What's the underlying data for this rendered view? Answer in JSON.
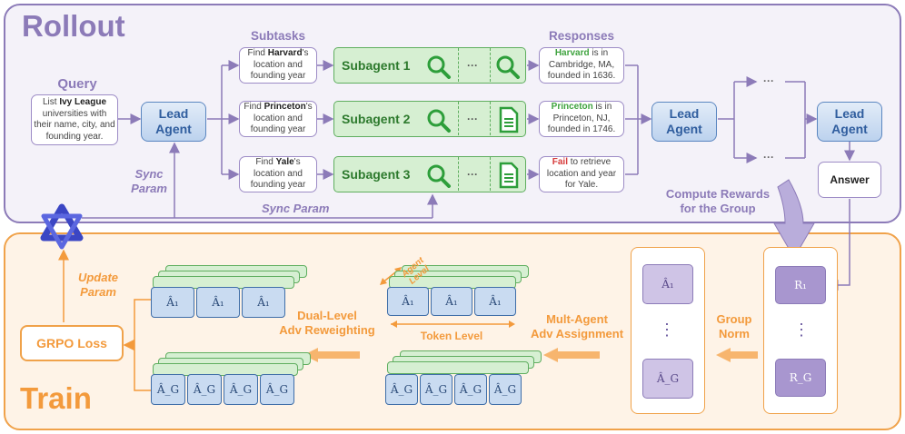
{
  "rollout": {
    "title": "Rollout",
    "query_header": "Query",
    "query_prefix": "List ",
    "query_bold": "Ivy League",
    "query_rest": " universities with their name, city, and founding year.",
    "lead_agent_label": [
      "Lead",
      "Agent"
    ],
    "subtasks_header": "Subtasks",
    "responses_header": "Responses",
    "subtasks": [
      {
        "prefix": "Find ",
        "bold": "Harvard",
        "suffix": "'s location and founding year"
      },
      {
        "prefix": "Find ",
        "bold": "Princeton",
        "suffix": "'s location and founding year"
      },
      {
        "prefix": "Find ",
        "bold": "Yale",
        "suffix": "'s location and founding year"
      }
    ],
    "subagents": [
      "Subagent 1",
      "Subagent 2",
      "Subagent 3"
    ],
    "subagent_tools": [
      [
        "search-icon",
        "search-icon"
      ],
      [
        "search-icon",
        "document-icon"
      ],
      [
        "search-icon",
        "document-icon"
      ]
    ],
    "ellipsis": "···",
    "responses": [
      {
        "lead": "Harvard",
        "status": "success",
        "rest": " is in Cambridge, MA, founded in 1636."
      },
      {
        "lead": "Princeton",
        "status": "success",
        "rest": " is in Princeton, NJ, founded in 1746."
      },
      {
        "lead": "Fail",
        "status": "fail",
        "rest": " to retrieve location and year for Yale."
      }
    ],
    "middle_dots": [
      "···",
      "···"
    ],
    "sync_param_left": [
      "Sync",
      "Param"
    ],
    "sync_param_bottom": "Sync Param",
    "answer_label": "Answer",
    "compute_rewards": [
      "Compute Rewards",
      "for the Group"
    ]
  },
  "train": {
    "title": "Train",
    "update_param": [
      "Update",
      "Param"
    ],
    "grpo_label": "GRPO Loss",
    "dual_level": [
      "Dual-Level",
      "Adv Reweighting"
    ],
    "mult_agent": [
      "Mult-Agent",
      "Adv Assignment"
    ],
    "group_norm": [
      "Group",
      "Norm"
    ],
    "token_level": "Token Level",
    "agent_level": [
      "Agent",
      "Level"
    ],
    "rewards": [
      "R₁",
      "R_G"
    ],
    "norm_advs": [
      "Â₁",
      "Â_G"
    ],
    "vdots": "⋮",
    "adv_a1": "Â₁",
    "adv_ag": "Â_G"
  },
  "colors": {
    "rollout_accent": "#8c7bb8",
    "train_accent": "#f39a3c",
    "lead_agent": "#2f5d9e",
    "subagent": "#2d7a2d",
    "success": "#3fa33f",
    "fail": "#d63a3a"
  },
  "icons": [
    "logo-icon",
    "search-icon",
    "document-icon"
  ]
}
